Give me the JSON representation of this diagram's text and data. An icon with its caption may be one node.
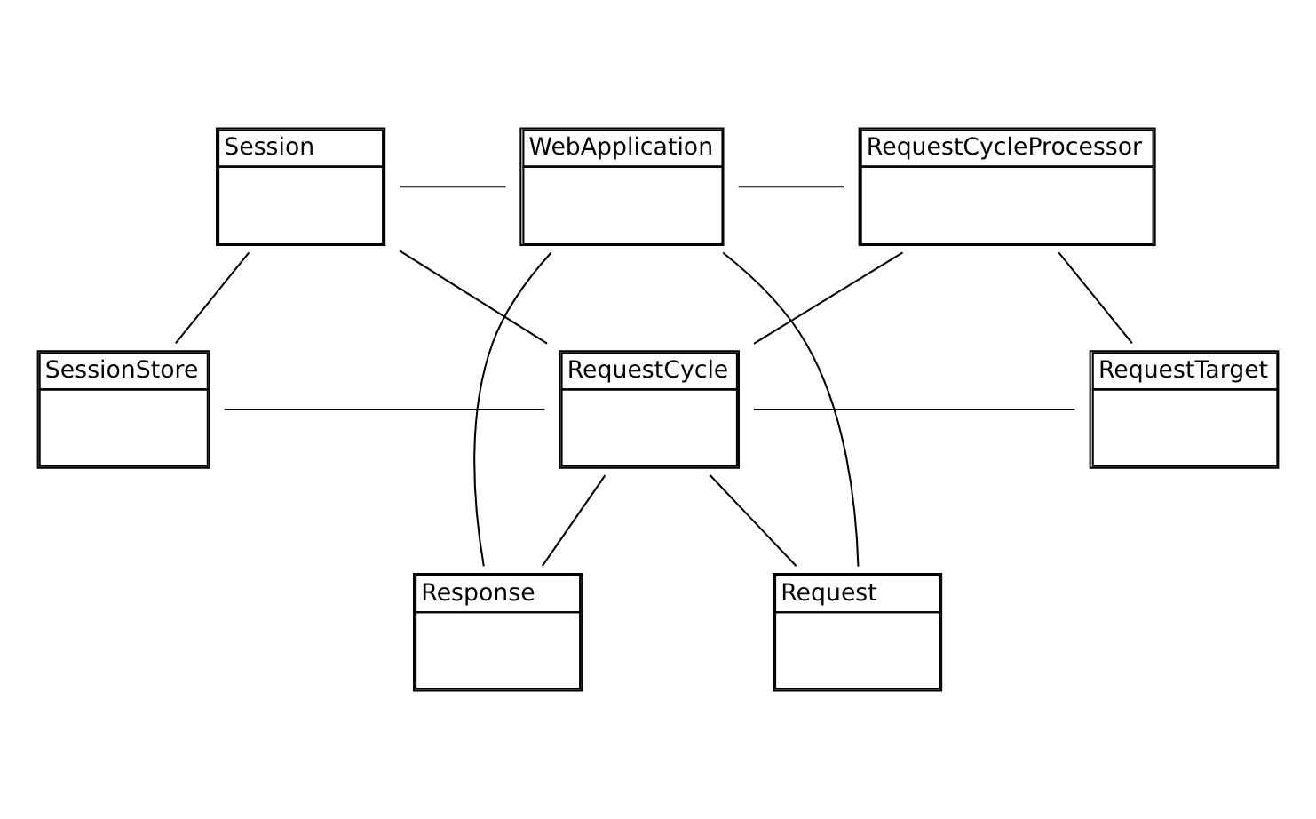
{
  "diagram": {
    "nodes": [
      {
        "text": [
          "Session"
        ]
      },
      {
        "text": [
          "WebApplication"
        ]
      },
      {
        "text": [
          "RequestCycleProcessor"
        ]
      },
      {
        "text": [
          "SessionStore"
        ]
      },
      {
        "text": [
          "RequestCycle"
        ]
      },
      {
        "text": [
          "RequestTarget"
        ]
      },
      {
        "text": [
          "Response"
        ]
      },
      {
        "text": [
          "Request"
        ]
      }
    ],
    "edges": [
      {
        "from": 0,
        "to": 1,
        "arrow": "none"
      },
      {
        "from": 1,
        "to": 2,
        "arrow": "none"
      },
      {
        "from": 0,
        "to": 3,
        "arrow": "none"
      },
      {
        "from": 0,
        "to": 4,
        "arrow": "none"
      },
      {
        "from": 2,
        "to": 4,
        "arrow": "none"
      },
      {
        "from": 2,
        "to": 5,
        "arrow": "none"
      },
      {
        "from": 3,
        "to": 4,
        "arrow": "none"
      },
      {
        "from": 4,
        "to": 5,
        "arrow": "none"
      },
      {
        "from": 1,
        "to": 6,
        "arrow": "none"
      },
      {
        "from": 1,
        "to": 7,
        "arrow": "none"
      },
      {
        "from": 4,
        "to": 6,
        "arrow": "none"
      },
      {
        "from": 4,
        "to": 7,
        "arrow": "none"
      }
    ]
  }
}
